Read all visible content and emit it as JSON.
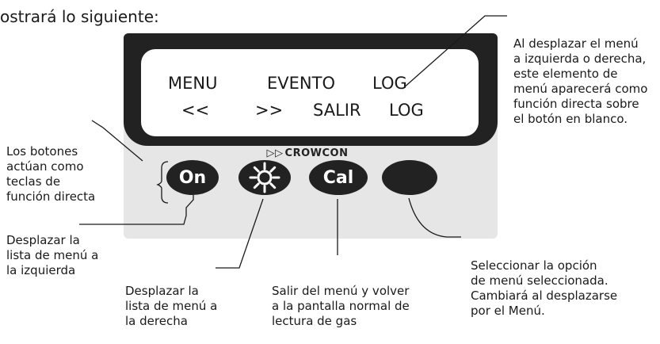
{
  "intro_text": "ostrará lo siguiente:",
  "display": {
    "row1": [
      "MENU",
      "EVENTO",
      "LOG"
    ],
    "row2": [
      "<<",
      ">>",
      "SALIR",
      "LOG"
    ],
    "brand": "CROWCON"
  },
  "buttons": {
    "on_label": "On",
    "light_icon": "sun-icon",
    "cal_label": "Cal",
    "blank_label": ""
  },
  "callouts": {
    "top_right": [
      "Al desplazar el menú",
      "a izquierda o derecha,",
      "este elemento de",
      "menú aparecerá como",
      "función directa sobre",
      "el botón en blanco."
    ],
    "left": [
      "Los botones",
      "actúan como",
      "teclas de",
      "función directa"
    ],
    "on_button": [
      "Desplazar la",
      "lista de menú a",
      "la izquierda"
    ],
    "light_button": [
      "Desplazar la",
      "lista de menú a",
      "la derecha"
    ],
    "cal_button": [
      "Salir del menú y volver",
      "a la pantalla normal de",
      "lectura de gas"
    ],
    "blank_button": [
      "Seleccionar la opción",
      "de menú seleccionada.",
      "Cambiará al desplazarse",
      "por el Menú."
    ]
  },
  "colors": {
    "device_dark": "#222222",
    "panel": "#e6e6e6",
    "screen": "#ffffff"
  }
}
